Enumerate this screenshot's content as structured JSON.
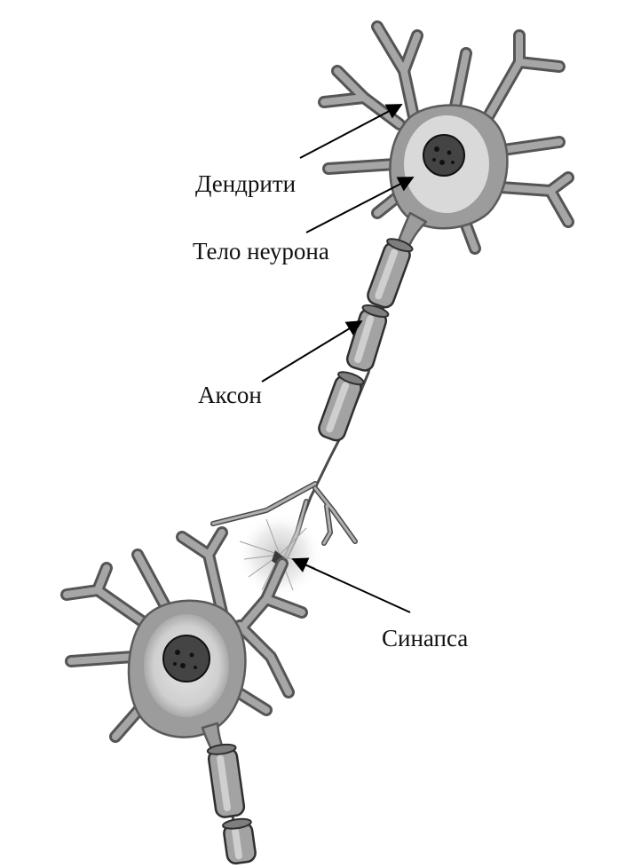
{
  "labels": {
    "dendrites": "Дендрити",
    "cell_body": "Тело неурона",
    "axon": "Аксон",
    "synapse": "Синапса"
  }
}
